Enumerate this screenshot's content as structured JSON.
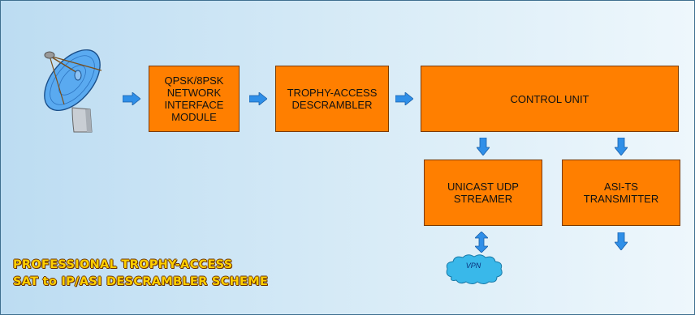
{
  "blocks": {
    "qpsk": "QPSK/8PSK\nNETWORK\nINTERFACE\nMODULE",
    "descrambler": "TROPHY-ACCESS\nDESCRAMBLER",
    "control": "CONTROL UNIT",
    "unicast": "UNICAST UDP\nSTREAMER",
    "asi": "ASI-TS\nTRANSMITTER"
  },
  "cloud_label": "VPN",
  "caption": {
    "line1": "PROFESSIONAL TROPHY-ACCESS",
    "line2": "SAT to IP/ASI DESCRAMBLER SCHEME"
  },
  "colors": {
    "block_fill": "#ff7f00",
    "arrow": "#2f8fe8",
    "caption": "#ffd000",
    "cloud": "#39b8ea",
    "background_start": "#bcdcf2",
    "background_end": "#eef7fc"
  },
  "icons": [
    "satellite-dish-icon",
    "cloud-icon",
    "arrow-right-icon",
    "arrow-down-icon",
    "arrow-updown-icon"
  ]
}
